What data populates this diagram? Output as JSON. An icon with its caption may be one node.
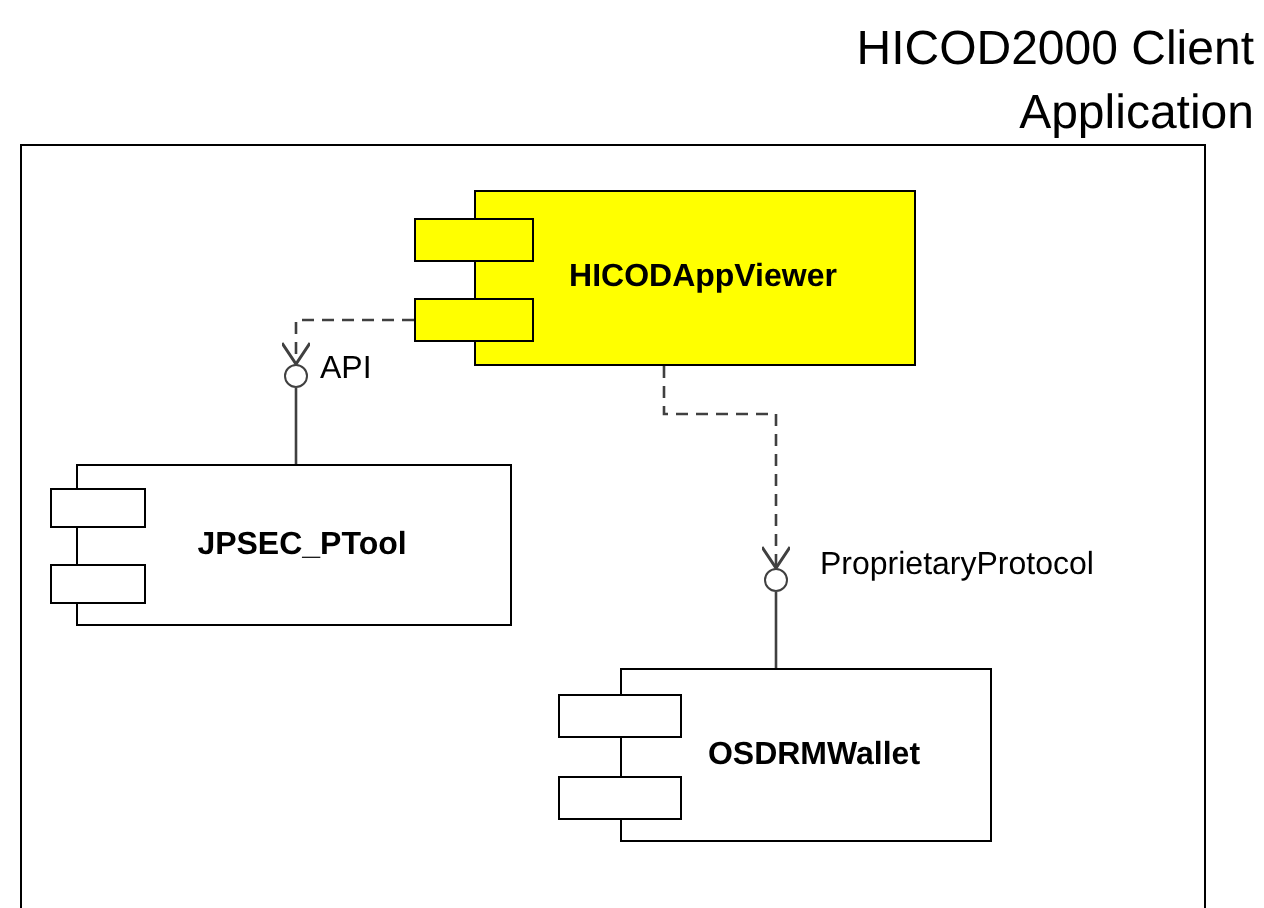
{
  "diagram": {
    "nodes": [
      {
        "text": [
          "HICOD2000 Client Application"
        ]
      },
      {
        "text": [
          "HICODAppViewer"
        ],
        "in": 0
      },
      {
        "text": [],
        "shape": "circle",
        "in": 0,
        "beside": [
          "API"
        ]
      },
      {
        "text": [
          "JPSEC_PTool"
        ],
        "in": 0
      },
      {
        "text": [],
        "shape": "circle",
        "in": 0,
        "beside": [
          "ProprietaryProtocol"
        ]
      },
      {
        "text": [
          "OSDRMWallet"
        ],
        "in": 0
      }
    ],
    "edges": [
      {
        "from": 1,
        "to": 2,
        "arrow": "to",
        "style": "dashed"
      },
      {
        "from": 3,
        "to": 2,
        "arrow": "none"
      },
      {
        "from": 1,
        "to": 4,
        "arrow": "to",
        "style": "dashed"
      },
      {
        "from": 5,
        "to": 4,
        "arrow": "none"
      }
    ]
  }
}
